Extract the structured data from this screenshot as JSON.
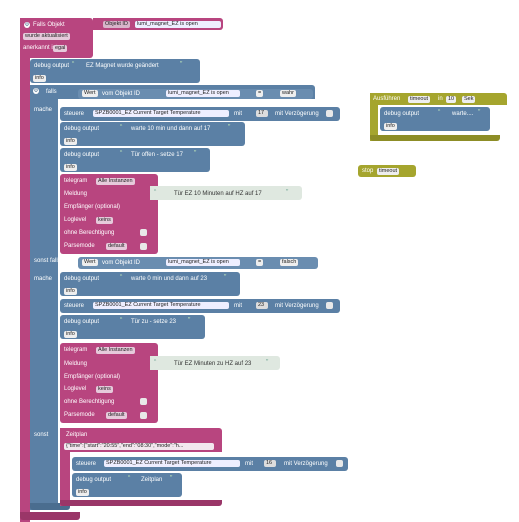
{
  "trigger": {
    "title": "Falls Objekt",
    "object_id_label": "Objekt ID",
    "object_id": "lumi_magnet_EZ is open",
    "change_mode": "wurde aktualisiert",
    "ack_label": "anerkannt ist",
    "ack_value": "egal"
  },
  "debug1": {
    "label": "debug output",
    "text": "EZ Magnet wurde geändert",
    "level": "info"
  },
  "if_block": {
    "falls_label": "falls",
    "compare1": {
      "value_label": "Wert",
      "from_label": "vom Objekt ID",
      "object": "lumi_magnet_EZ is open",
      "op": "=",
      "value": "wahr"
    },
    "mache_label": "mache",
    "steuere1": {
      "label": "steuere",
      "target": "SPZB0001_EZ Current Target Temperature",
      "mit": "mit",
      "value": "17",
      "delay_label": "mit Verzögerung"
    },
    "debug2": {
      "label": "debug output",
      "text": "warte 10 min und dann auf 17",
      "level": "info"
    },
    "debug3": {
      "label": "debug output",
      "text": "Tür offen - setze 17",
      "level": "info"
    },
    "telegram1": {
      "label": "telegram",
      "instances": "Alle Instanzen",
      "msg_label": "Meldung",
      "msg": "Tür EZ 10 Minuten auf HZ auf 17",
      "recipient_label": "Empfänger (optional)",
      "loglevel_label": "Loglevel",
      "loglevel": "keins",
      "nocheck_label": "ohne Berechtigung",
      "parse_label": "Parsemode",
      "parse": "default"
    },
    "sonst_falls_label": "sonst falls",
    "compare2": {
      "value_label": "Wert",
      "from_label": "vom Objekt ID",
      "object": "lumi_magnet_EZ is open",
      "op": "=",
      "value": "falsch"
    },
    "mache2_label": "mache",
    "debug4": {
      "label": "debug output",
      "text": "warte 0 min und dann auf 23",
      "level": "info"
    },
    "steuere2": {
      "label": "steuere",
      "target": "SPZB0001_EZ Current Target Temperature",
      "mit": "mit",
      "value": "23",
      "delay_label": "mit Verzögerung"
    },
    "debug5": {
      "label": "debug output",
      "text": "Tür zu - setze 23",
      "level": "info"
    },
    "telegram2": {
      "label": "telegram",
      "instances": "Alle Instanzen",
      "msg_label": "Meldung",
      "msg": "Tür EZ Minuten zu HZ auf 23",
      "recipient_label": "Empfänger (optional)",
      "loglevel_label": "Loglevel",
      "loglevel": "keins",
      "nocheck_label": "ohne Berechtigung",
      "parse_label": "Parsemode",
      "parse": "default"
    },
    "sonst_label": "sonst",
    "zeitplan": {
      "label": "Zeitplan",
      "json": "{\"time\":{\"start\":\"20:55\",\"end\":\"08:30\",\"mode\":\"h...",
      "steuere": {
        "label": "steuere",
        "target": "SPZB0001_EZ Current Target Temperature",
        "mit": "mit",
        "value": "16",
        "delay_label": "mit Verzögerung"
      },
      "debug": {
        "label": "debug output",
        "text": "Zeitplan",
        "level": "info"
      }
    }
  },
  "timeout_block": {
    "label": "Ausführen",
    "name": "timeout",
    "in_label": "in",
    "amount": "10",
    "unit": "Sek",
    "debug_label": "debug output",
    "debug_text": "warte....",
    "level": "info"
  },
  "stop_block": {
    "label": "stop",
    "name": "timeout"
  }
}
